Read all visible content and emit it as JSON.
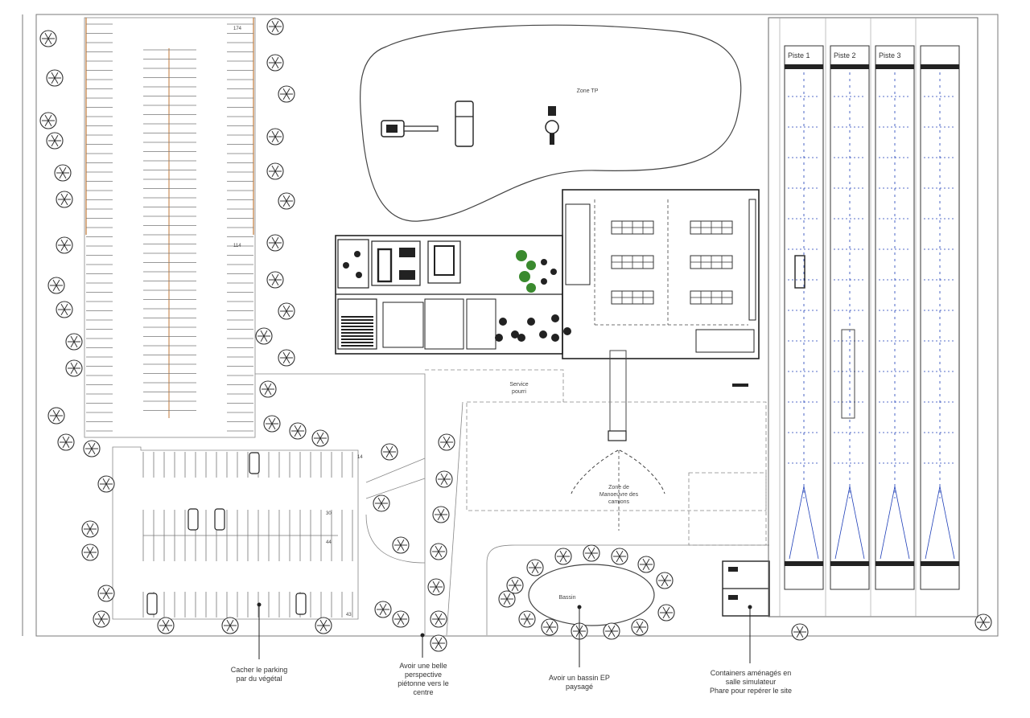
{
  "zones": {
    "zone_tp": "Zone TP",
    "service": [
      "Service",
      "pourri"
    ],
    "manoeuvre": [
      "Zone de",
      "Manoeuvre des",
      "camions"
    ],
    "bassin": "Bassin"
  },
  "pistes": [
    "Piste 1",
    "Piste 2",
    "Piste 3"
  ],
  "parking_labels": {
    "top": "174",
    "middle": "114",
    "lot_a": "14",
    "lot_b1": "30",
    "lot_b2": "44",
    "lot_c": "43"
  },
  "annotations": {
    "parking": [
      "Cacher le parking",
      "par du végétal"
    ],
    "perspective": [
      "Avoir une belle",
      "perspective",
      "piétonne vers le",
      "centre"
    ],
    "bassin": [
      "Avoir un bassin EP",
      "paysagé"
    ],
    "containers": [
      "Containers aménagés en",
      "salle simulateur",
      "Phare pour repérer le site"
    ]
  },
  "colors": {
    "line": "#6e6e6e",
    "dark": "#1a1a1a",
    "lane": "#1f3fb8",
    "parking_edge": "#c27a3a",
    "tree": "#3a8a2e"
  }
}
